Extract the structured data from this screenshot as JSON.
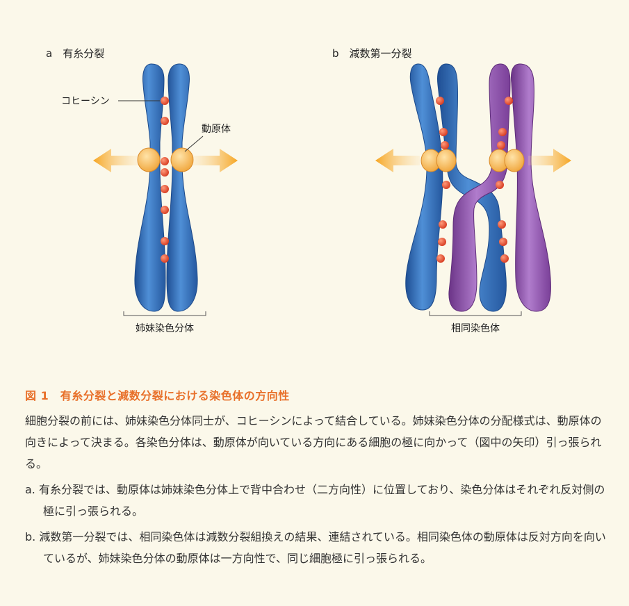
{
  "panel_a": {
    "title": "a　有糸分裂",
    "cohesin_label": "コヒーシン",
    "kinetochore_label": "動原体",
    "bracket_label": "姉妹染色分体"
  },
  "panel_b": {
    "title": "b　減数第一分裂",
    "bracket_label": "相同染色体"
  },
  "caption": {
    "title": "図 1　有糸分裂と減数分裂における染色体の方向性",
    "body": "細胞分裂の前には、姉妹染色分体同士が、コヒーシンによって結合している。姉妹染色分体の分配様式は、動原体の向きによって決まる。各染色分体は、動原体が向いている方向にある細胞の極に向かって（図中の矢印）引っ張られる。",
    "item_a": "a. 有糸分裂では、動原体は姉妹染色分体上で背中合わせ（二方向性）に位置しており、染色分体はそれぞれ反対側の極に引っ張られる。",
    "item_b": "b. 減数第一分裂では、相同染色体は減数分裂組換えの結果、連結されている。相同染色体の動原体は反対方向を向いているが、姉妹染色分体の動原体は一方向性で、同じ細胞極に引っ張られる。"
  },
  "colors": {
    "chromatid_blue": "#2f6db8",
    "chromatid_purple": "#8a4fa6",
    "cohesin_red": "#e4472d",
    "kinetochore_orange": "#f7b34c",
    "arrow_orange": "#f6a623",
    "caption_title": "#e8702a",
    "background": "#fbf8ea"
  }
}
